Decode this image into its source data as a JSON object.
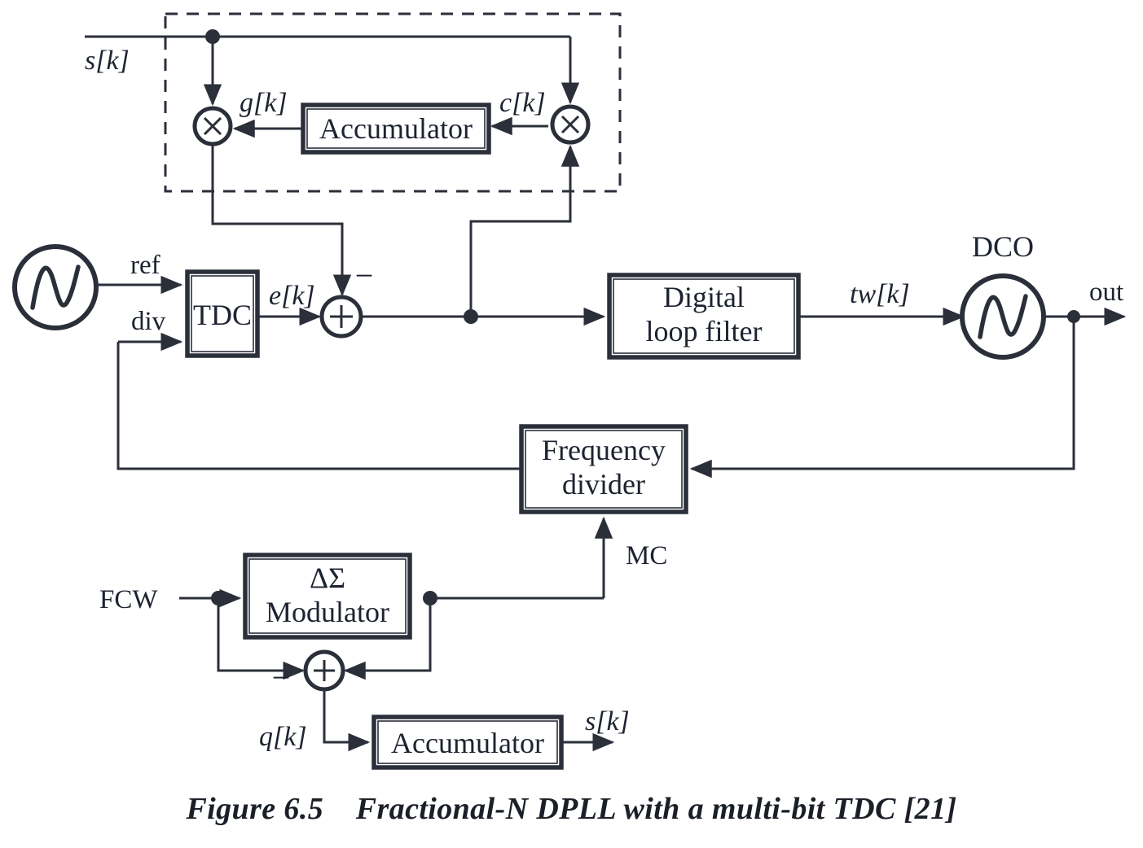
{
  "figure": {
    "caption_prefix": "Figure 6.5",
    "caption_text": "Fractional-N DPLL with a multi-bit TDC [21]",
    "caption_full": "Figure 6.5    Fractional-N DPLL with a multi-bit TDC [21]",
    "ink_color": "#2b2f3a",
    "text_color": "#1d2330",
    "background": "#ffffff"
  },
  "blocks": {
    "tdc": {
      "label": "TDC"
    },
    "top_accumulator": {
      "label": "Accumulator"
    },
    "digital_loop_filter": {
      "line1": "Digital",
      "line2": "loop filter"
    },
    "frequency_divider": {
      "line1": "Frequency",
      "line2": "divider"
    },
    "dsm": {
      "line1": "ΔΣ",
      "line2": "Modulator"
    },
    "bottom_accumulator": {
      "label": "Accumulator"
    }
  },
  "operators": {
    "mult_left": {
      "glyph": "×",
      "name": "multiplier"
    },
    "mult_right": {
      "glyph": "×",
      "name": "multiplier"
    },
    "adder_top": {
      "glyph": "+",
      "name": "adder",
      "minus_sign": "−"
    },
    "adder_bottom": {
      "glyph": "+",
      "name": "adder",
      "minus_sign": "−"
    }
  },
  "sources": {
    "reference_oscillator": {
      "glyph": "sine-wave"
    },
    "dco": {
      "glyph": "sine-wave",
      "label": "DCO"
    }
  },
  "signals": {
    "s_k_top": "s[k]",
    "g_k": "g[k]",
    "c_k": "c[k]",
    "ref": "ref",
    "div": "div",
    "e_k": "e[k]",
    "tw_k": "tw[k]",
    "out": "out",
    "mc": "MC",
    "fcw": "FCW",
    "q_k": "q[k]",
    "s_k_bottom": "s[k]"
  }
}
